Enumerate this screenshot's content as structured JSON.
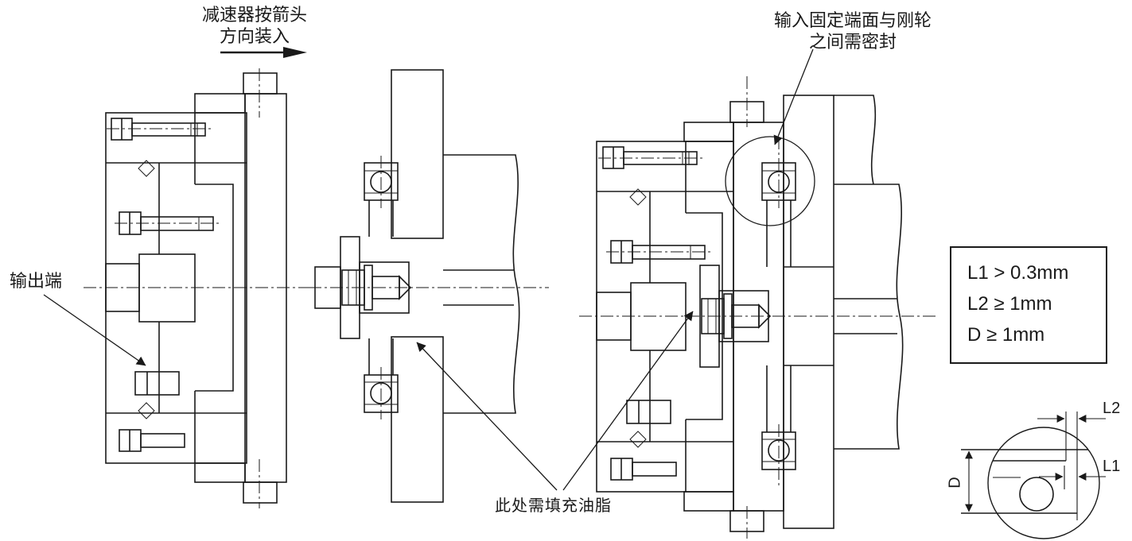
{
  "annotations": {
    "install_direction_line1": "减速器按箭头",
    "install_direction_line2": "方向装入",
    "output_end_label": "输出端",
    "seal_note_line1": "输入固定端面与刚轮",
    "seal_note_line2": "之间需密封",
    "grease_note": "此处需填充油脂"
  },
  "spec_box": {
    "lines": [
      "L1 > 0.3mm",
      "L2 ≥ 1mm",
      "D ≥ 1mm"
    ]
  },
  "dimension_labels": {
    "l2": "L2",
    "l1": "L1",
    "d": "D"
  },
  "colors": {
    "line": "#1a1a1a",
    "background": "#ffffff"
  }
}
